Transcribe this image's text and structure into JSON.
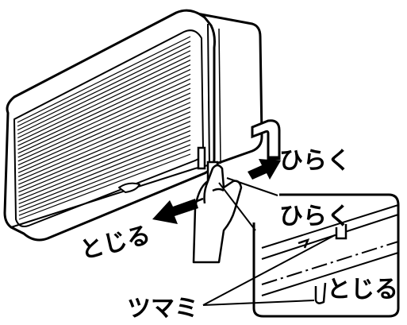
{
  "labels": {
    "open_main": "ひらく",
    "close_main": "とじる",
    "open_detail": "ひらく",
    "close_detail": "とじる",
    "knob": "ツマミ"
  },
  "icons": {
    "open_arrow": "arrow-right-up-icon",
    "close_arrow": "arrow-left-down-icon"
  },
  "colors": {
    "line": "#000000",
    "background": "#ffffff"
  }
}
